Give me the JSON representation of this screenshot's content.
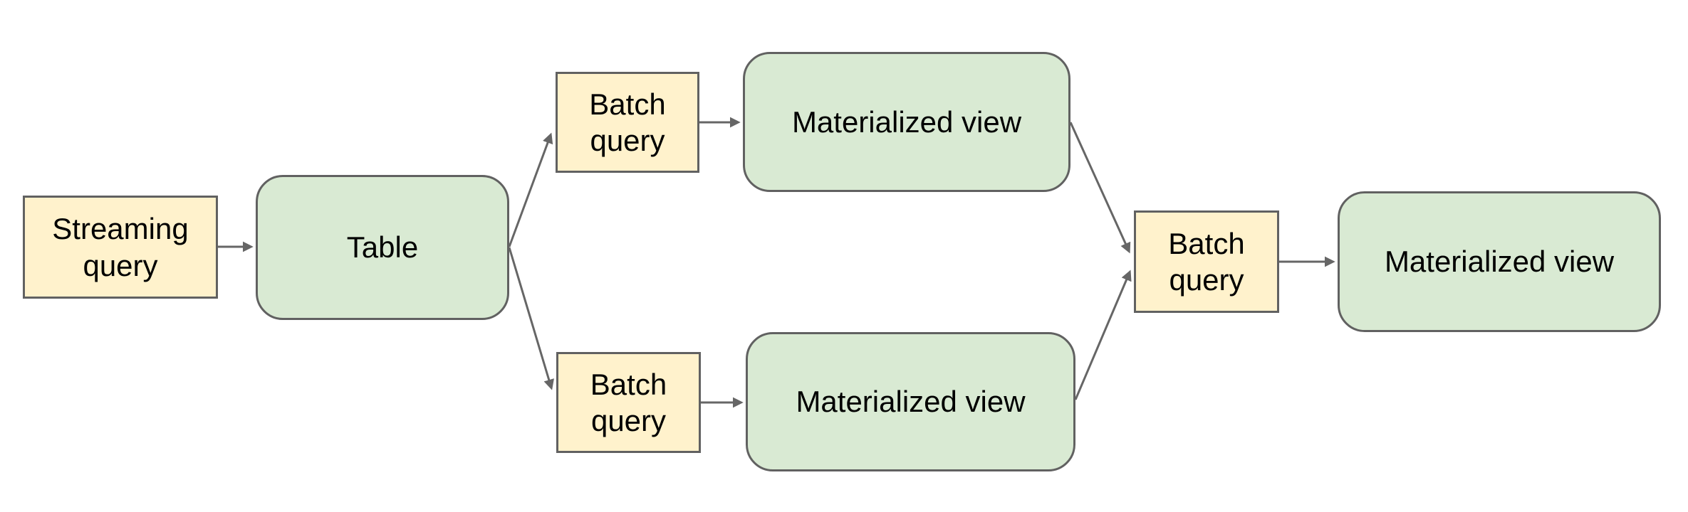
{
  "nodes": {
    "streaming_query": {
      "label": "Streaming query",
      "shape": "rectangle",
      "fill": "#fff2cc"
    },
    "table": {
      "label": "Table",
      "shape": "rounded-rectangle",
      "fill": "#d9ead3"
    },
    "batch_query_top": {
      "label": "Batch query",
      "shape": "rectangle",
      "fill": "#fff2cc"
    },
    "materialized_view_top": {
      "label": "Materialized view",
      "shape": "rounded-rectangle",
      "fill": "#d9ead3"
    },
    "batch_query_bottom": {
      "label": "Batch query",
      "shape": "rectangle",
      "fill": "#fff2cc"
    },
    "materialized_view_bottom": {
      "label": "Materialized view",
      "shape": "rounded-rectangle",
      "fill": "#d9ead3"
    },
    "batch_query_right": {
      "label": "Batch query",
      "shape": "rectangle",
      "fill": "#fff2cc"
    },
    "materialized_view_right": {
      "label": "Materialized view",
      "shape": "rounded-rectangle",
      "fill": "#d9ead3"
    }
  },
  "edges": [
    {
      "from": "streaming_query",
      "to": "table"
    },
    {
      "from": "table",
      "to": "batch_query_top"
    },
    {
      "from": "table",
      "to": "batch_query_bottom"
    },
    {
      "from": "batch_query_top",
      "to": "materialized_view_top"
    },
    {
      "from": "batch_query_bottom",
      "to": "materialized_view_bottom"
    },
    {
      "from": "materialized_view_top",
      "to": "batch_query_right"
    },
    {
      "from": "materialized_view_bottom",
      "to": "batch_query_right"
    },
    {
      "from": "batch_query_right",
      "to": "materialized_view_right"
    }
  ],
  "colors": {
    "query_fill": "#fff2cc",
    "view_fill": "#d9ead3",
    "node_border": "#616161",
    "arrow_color": "#666666",
    "text_color": "#000000",
    "canvas_bg": "#ffffff"
  }
}
